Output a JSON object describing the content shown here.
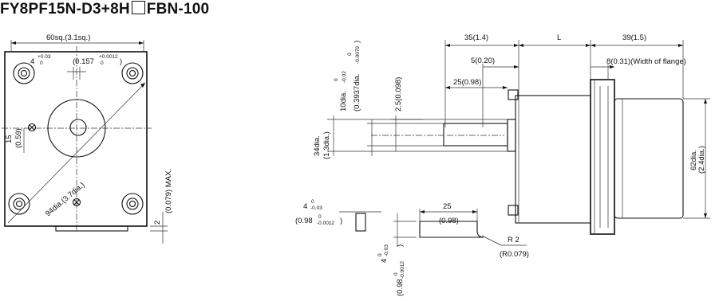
{
  "title": {
    "left": "FY8PF15N-D3+8H",
    "right": "FBN-100"
  },
  "front_view": {
    "square": "60sq.(3.1sq.)",
    "shaft_tol_main": "4",
    "shaft_tol_main_upper": "+0.03",
    "shaft_tol_main_lower": "0",
    "shaft_tol_inch": "(0.157",
    "shaft_tol_inch_upper": "+0.0012",
    "shaft_tol_inch_lower": "0",
    "shaft_tol_inch_close": ")",
    "offset": "15",
    "offset_inch": "(0.59)",
    "pcd": "94dia.(3.7dia.)",
    "flat": "2",
    "flat_inch": "(0.079) MAX."
  },
  "side_view": {
    "d35": "35(1.4)",
    "dL": "L",
    "d39": "39(1.5)",
    "d5": "5(0.20)",
    "d8": "8(0.31)(Width of flange)",
    "d25": "25(0.98)",
    "shaft_dia": "10dia.",
    "shaft_dia_tol_upper": "0",
    "shaft_dia_tol_lower": "-0.02",
    "shaft_dia_inch": "(0.3937dia.",
    "shaft_dia_inch_tol_upper": "0",
    "shaft_dia_inch_tol_lower": "-0.0079",
    "shaft_dia_inch_close": ")",
    "d25v": "2.5(0.098)",
    "pilot": "34dia.",
    "pilot_inch": "(1.3dia.)",
    "body_dia": "62dia.",
    "body_dia_inch": "(2.4dia.)"
  },
  "key_view": {
    "key_w": "4",
    "key_w_upper": "0",
    "key_w_lower": "-0.03",
    "key_w_inch": "(0.98",
    "key_w_inch_upper": "0",
    "key_w_inch_lower": "-0.0012",
    "key_w_inch_close": ")",
    "key_len": "25",
    "key_len_inch": "(0.98)",
    "key_h": "4",
    "key_h_upper": "0",
    "key_h_lower": "-0.03",
    "key_h_inch": "(0.98",
    "key_h_inch_upper": "0",
    "key_h_inch_lower": "-0.0012",
    "key_h_inch_close": ")",
    "radius": "R 2",
    "radius_inch": "(R0.079)"
  }
}
